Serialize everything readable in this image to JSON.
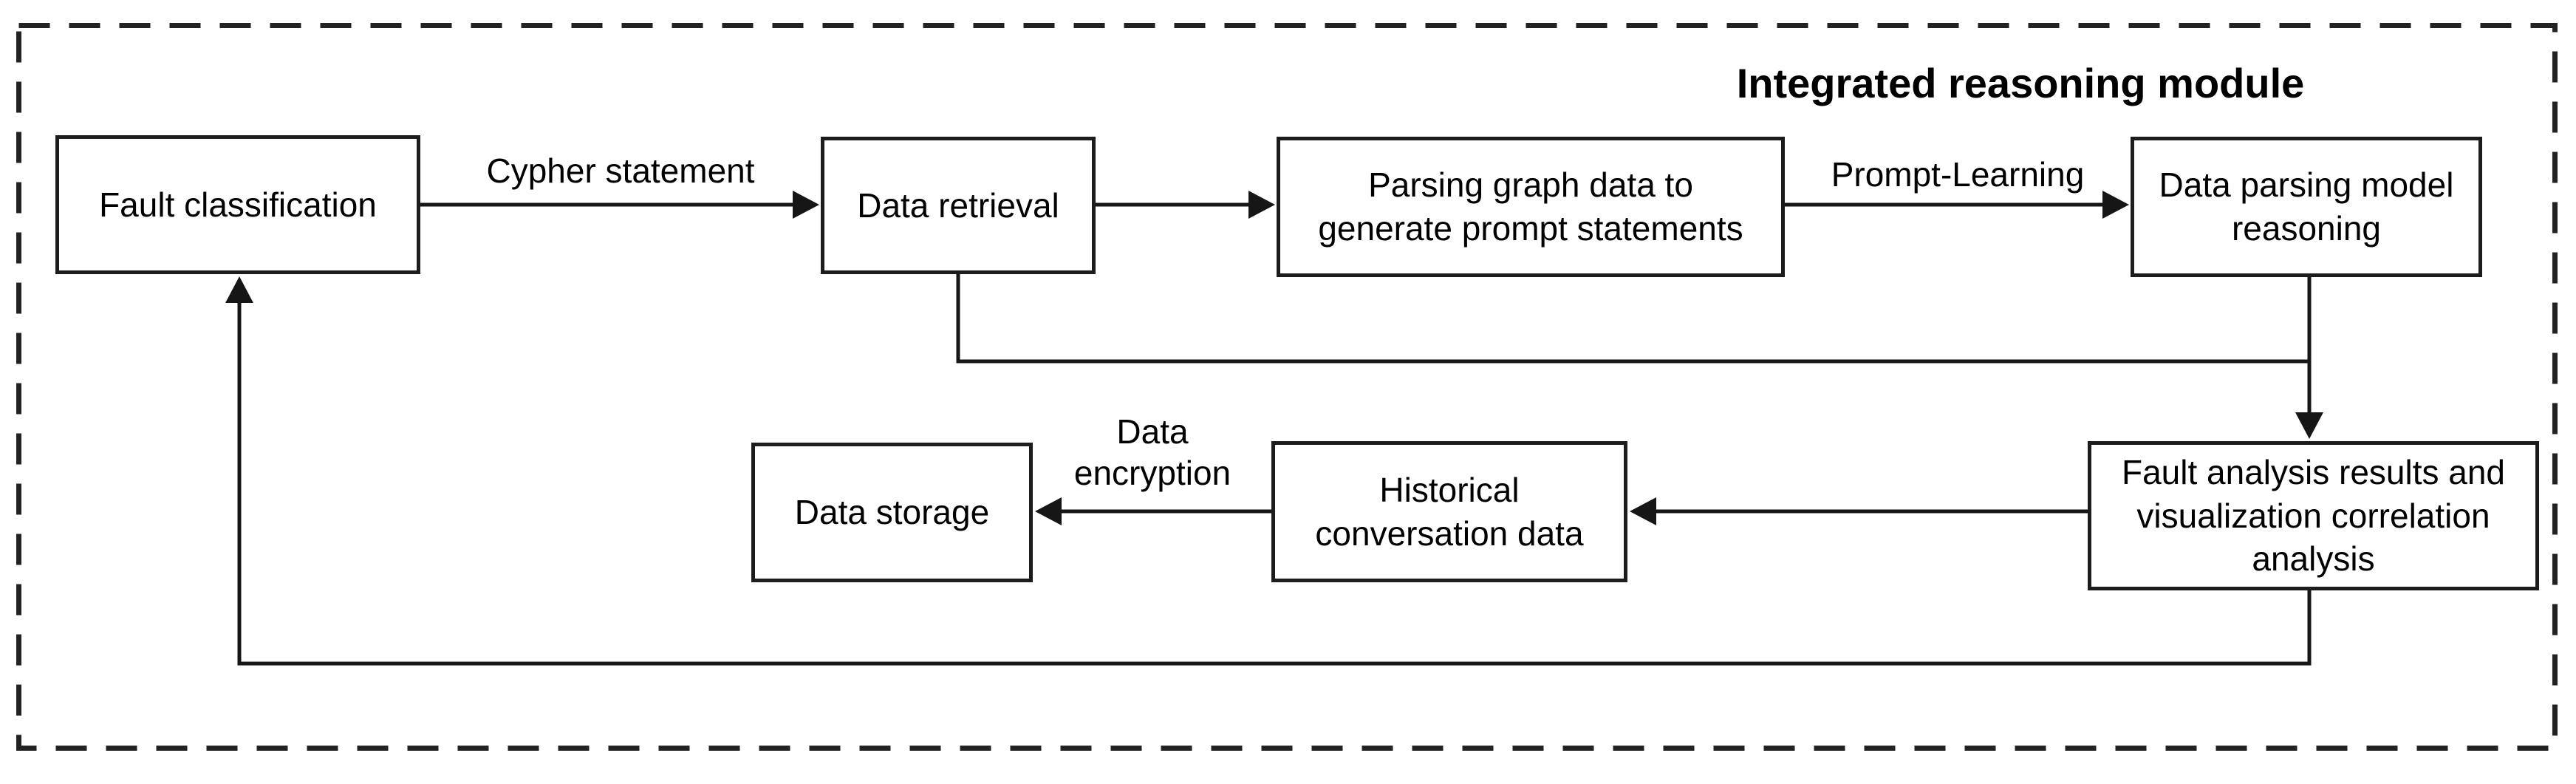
{
  "diagram": {
    "title": "Integrated reasoning module",
    "colors": {
      "background": "#ffffff",
      "line": "#161616",
      "text": "#000000"
    },
    "nodes": {
      "fault_classification": {
        "label": "Fault classification"
      },
      "data_retrieval": {
        "label": "Data retrieval"
      },
      "parsing_graph": {
        "label": "Parsing graph data to generate prompt statements"
      },
      "data_parsing_model": {
        "label": "Data parsing model reasoning"
      },
      "data_storage": {
        "label": "Data storage"
      },
      "historical_conversation": {
        "label": "Historical conversation data"
      },
      "fault_analysis": {
        "label": "Fault analysis results and visualization correlation analysis"
      }
    },
    "edge_labels": {
      "cypher_statement": "Cypher statement",
      "prompt_learning": "Prompt-Learning",
      "data_encryption": "Data encryption"
    }
  }
}
